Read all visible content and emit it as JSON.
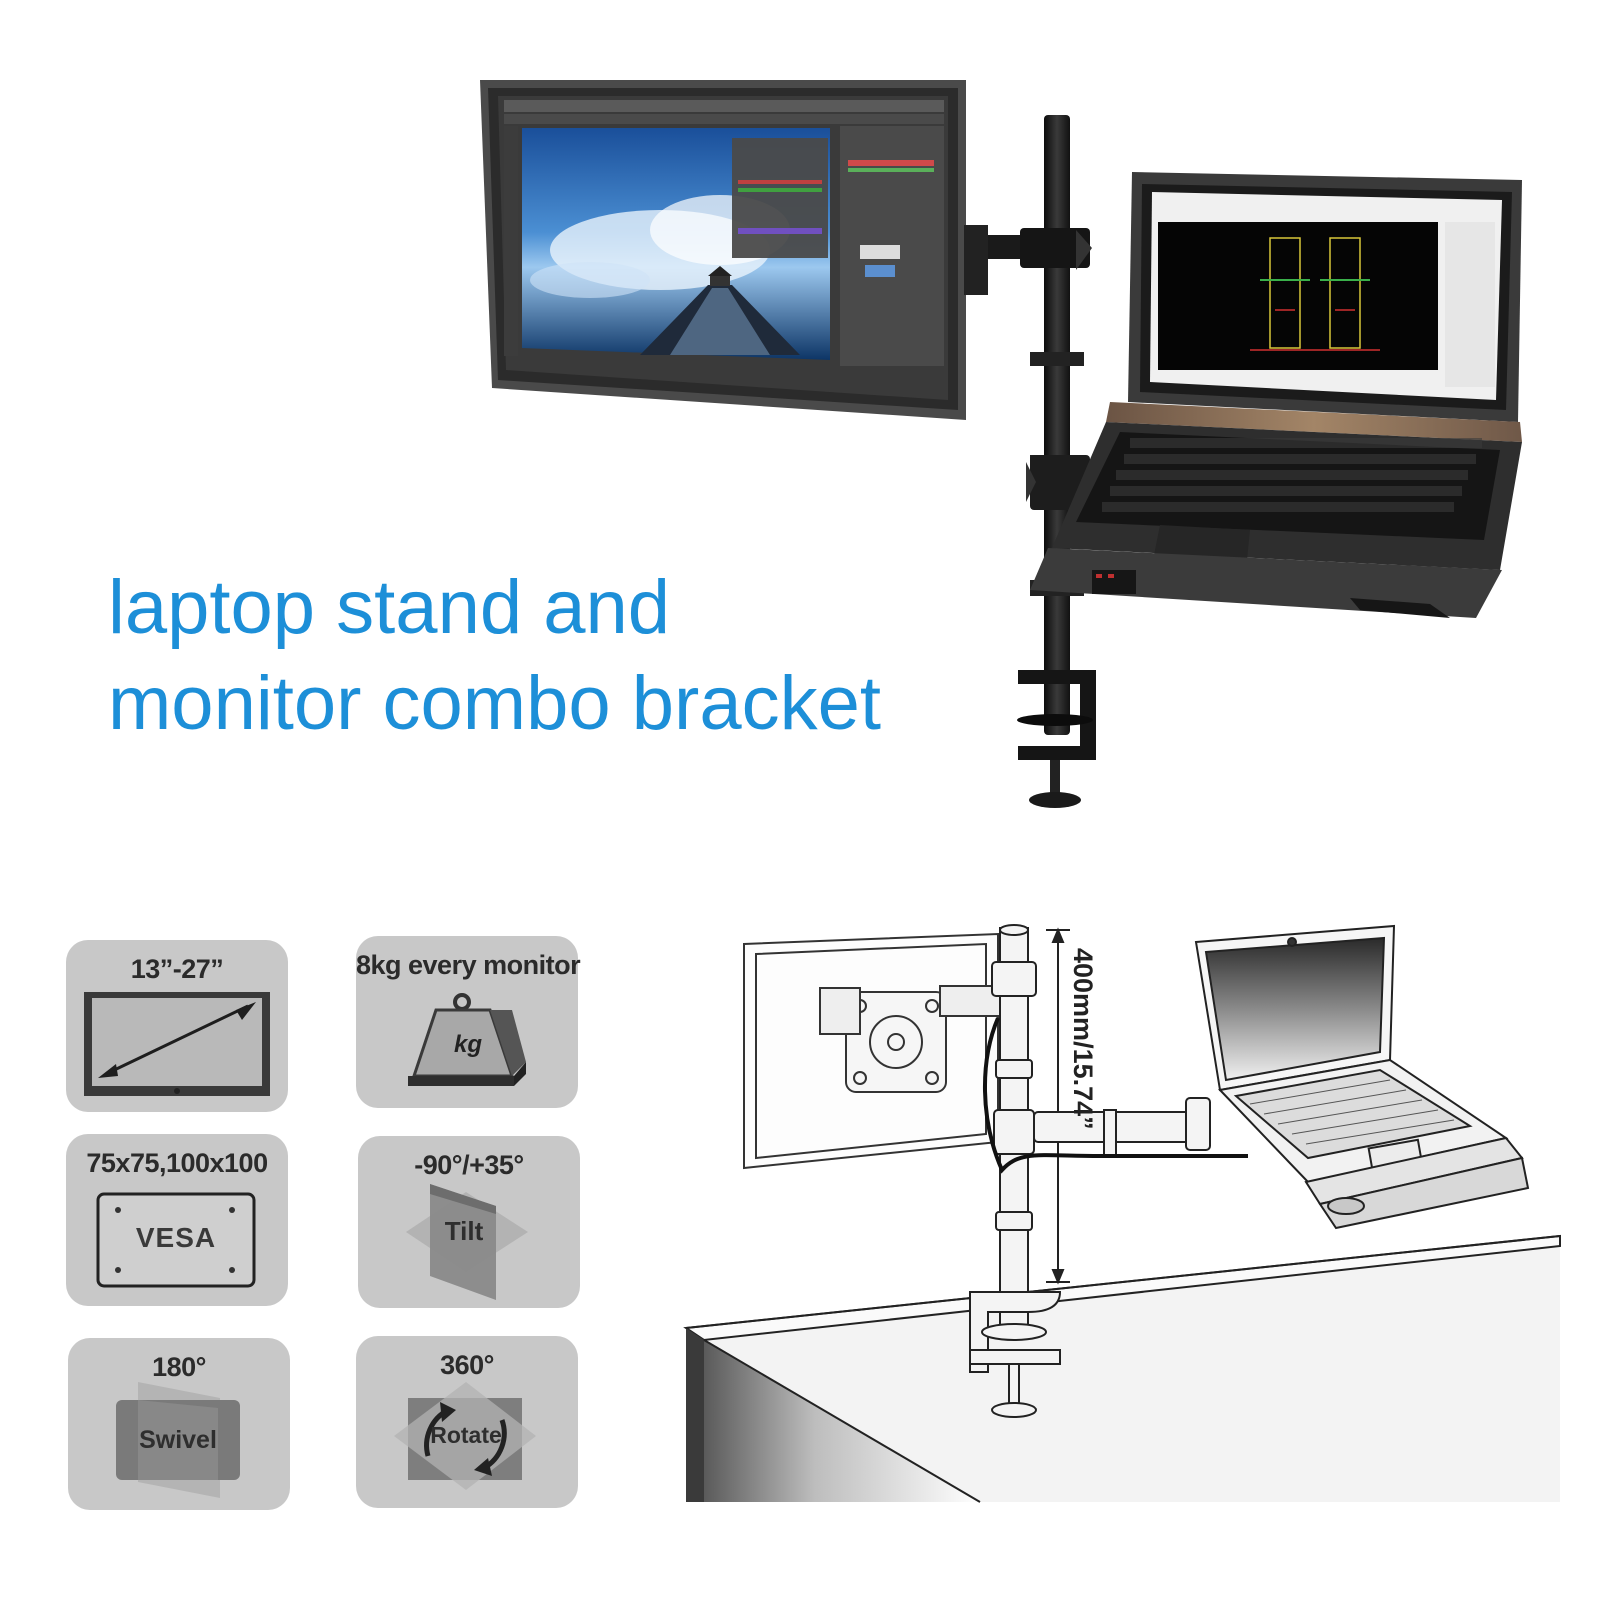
{
  "headline": {
    "line1": "laptop stand and",
    "line2": "monitor combo bracket",
    "color": "#1d8fd8"
  },
  "features": [
    {
      "label": "13”-27”",
      "icon": "screen-size-icon"
    },
    {
      "label": "8kg every monitor",
      "inner": "kg",
      "icon": "weight-icon"
    },
    {
      "label": "75x75,100x100",
      "inner": "VESA",
      "icon": "vesa-plate-icon"
    },
    {
      "label": "-90°/+35°",
      "inner": "Tilt",
      "icon": "tilt-icon"
    },
    {
      "label": "180°",
      "inner": "Swivel",
      "icon": "swivel-icon"
    },
    {
      "label": "360°",
      "inner": "Rotate",
      "icon": "rotate-icon"
    }
  ],
  "diagram": {
    "height_label": "400mm/15.74”"
  },
  "colors": {
    "tile_bg": "#c8c8c8",
    "accent": "#1d8fd8"
  }
}
